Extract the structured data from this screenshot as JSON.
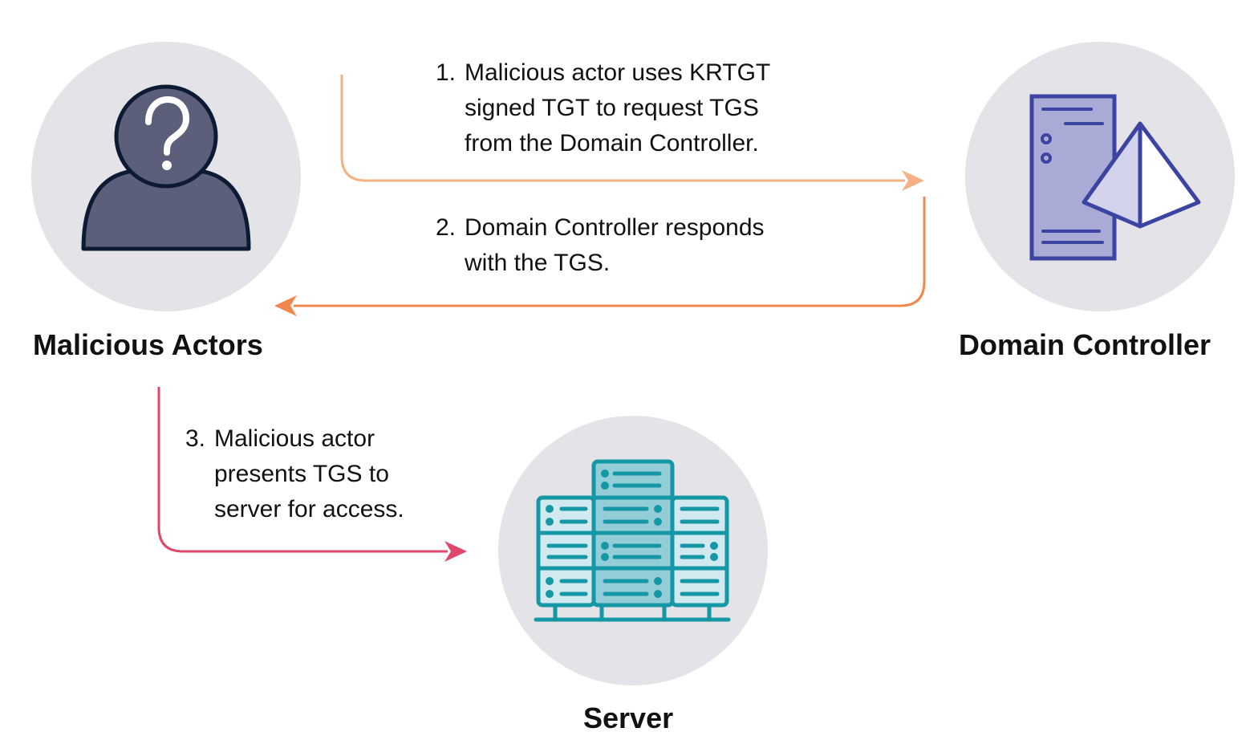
{
  "nodes": {
    "actors": {
      "label": "Malicious Actors",
      "icon": "unknown-user-icon"
    },
    "domain_controller": {
      "label": "Domain Controller",
      "icon": "domain-controller-server-icon"
    },
    "server": {
      "label": "Server",
      "icon": "server-rack-icon"
    }
  },
  "steps": [
    {
      "number": "1.",
      "lines": [
        "Malicious actor uses KRTGT",
        "signed TGT to request TGS",
        "from the Domain Controller."
      ],
      "from": "actors",
      "to": "domain_controller",
      "color": "#f4b184"
    },
    {
      "number": "2.",
      "lines": [
        "Domain Controller responds",
        "with the TGS."
      ],
      "from": "domain_controller",
      "to": "actors",
      "color": "#f2874e"
    },
    {
      "number": "3.",
      "lines": [
        "Malicious actor",
        "presents TGS to",
        "server for access."
      ],
      "from": "actors",
      "to": "server",
      "color": "#e0486a"
    }
  ],
  "colors": {
    "node_circle": "#e4e3e8",
    "user_fill": "#5c5f7a",
    "user_stroke": "#0d1a33",
    "dc_fill": "#a9abd6",
    "dc_light": "#d3d4ec",
    "dc_stroke": "#3b44a0",
    "server_fill": "#92cdd8",
    "server_light": "#d0eaef",
    "server_stroke": "#1597a5"
  }
}
